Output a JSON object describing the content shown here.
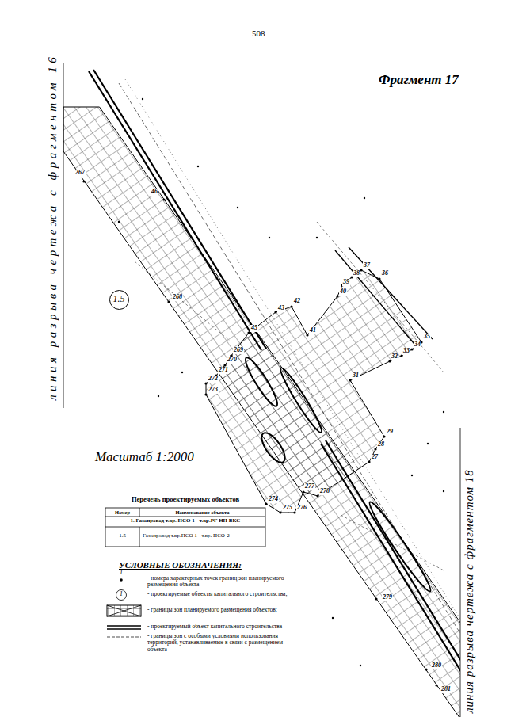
{
  "diagram": {
    "title": "Фрагмент 17",
    "nodes": [
      {
        "text": [
          "1.5"
        ]
      }
    ],
    "labels": [
      "508",
      "линия разрыва чертежа с фрагментом 16",
      "линия разрыва чертежа с фрагментом 18",
      "Масштаб 1:2000",
      "267",
      "46",
      "268",
      "45",
      "43",
      "42",
      "41",
      "37",
      "38",
      "36",
      "39",
      "40",
      "35",
      "34",
      "33",
      "32",
      "31",
      "29",
      "28",
      "27",
      "269",
      "270",
      "271",
      "272",
      "273",
      "274",
      "275",
      "276",
      "277",
      "278",
      "279",
      "280",
      "281",
      "Перечень проектируемых объектов",
      "Номер",
      "Наименование объекта",
      "1. Газопровод т.вр. ПСО 1 - т.вр.РГ НП ВКС",
      "1.5",
      "Газопровод т.вр.ПСО 1 - т.вр. ПСО-2",
      "УСЛОВНЫЕ ОБОЗНАЧЕНИЯ:",
      "1",
      "1"
    ],
    "legend": [
      {
        "text": "- номера характерных точек границ зон планируемого размещения объекта"
      },
      {
        "text": "- проектируемые объекты капитального строительства;"
      },
      {
        "text": "- границы зон планируемого размещения объектов;"
      },
      {
        "text": "- проектируемый объект капитального строительства"
      },
      {
        "text": "- границы зон с особыми условиями использования территорий, устанавливаемые в связи с размещением объекта"
      }
    ]
  }
}
